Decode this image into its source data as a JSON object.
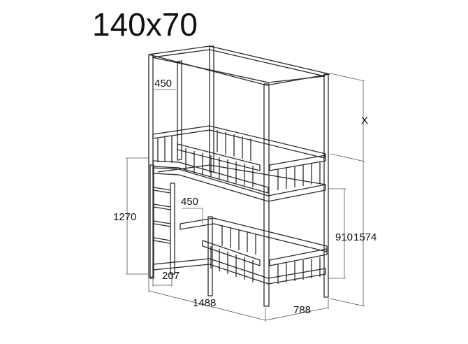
{
  "title": "140x70",
  "colors": {
    "line": "#2b2b2b",
    "dimension": "#555555",
    "background": "#ffffff"
  },
  "dimensions": {
    "canopy_post_gap": "450",
    "height_x": "X",
    "ladder_height": "1270",
    "lower_rail_gap": "450",
    "lower_height": "910",
    "total_height": "1574",
    "ladder_offset": "207",
    "length": "1488",
    "width": "788"
  }
}
